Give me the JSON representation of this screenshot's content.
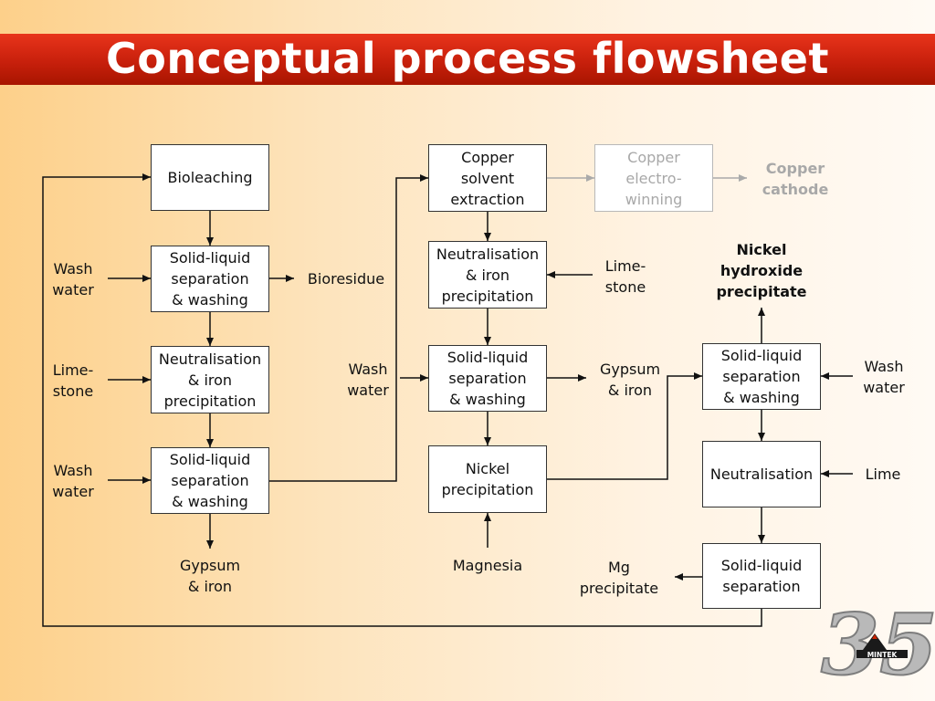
{
  "title": "Conceptual process flowsheet",
  "colors": {
    "title_bar": "#c8200c",
    "background_left": "#fdd08a",
    "background_right": "#fffaf4",
    "line": "#222222",
    "faded": "#a8a8a8"
  },
  "boxes": {
    "bioleaching": "Bioleaching",
    "sl_sep_1": "Solid-liquid\nseparation\n& washing",
    "neut_iron_1": "Neutralisation\n& iron\nprecipitation",
    "sl_sep_2": "Solid-liquid\nseparation\n& washing",
    "copper_sx": "Copper\nsolvent\nextraction",
    "copper_ew": "Copper\nelectro-\nwinning",
    "neut_iron_2": "Neutralisation\n& iron\nprecipitation",
    "sl_sep_3": "Solid-liquid\nseparation\n& washing",
    "nickel_precip": "Nickel\nprecipitation",
    "sl_sep_4": "Solid-liquid\nseparation\n& washing",
    "neutralisation": "Neutralisation",
    "sl_sep_5": "Solid-liquid\nseparation"
  },
  "labels": {
    "wash_water_1": "Wash\nwater",
    "limestone_1": "Lime-\nstone",
    "wash_water_2": "Wash\nwater",
    "bioresidue": "Bioresidue",
    "gypsum_iron_1": "Gypsum\n& iron",
    "wash_water_3": "Wash\nwater",
    "limestone_2": "Lime-\nstone",
    "magnesia": "Magnesia",
    "gypsum_iron_2": "Gypsum\n& iron",
    "copper_cathode": "Copper\ncathode",
    "nickel_hydroxide": "Nickel\nhydroxide\nprecipitate",
    "wash_water_4": "Wash\nwater",
    "lime": "Lime",
    "mg_precipitate": "Mg\nprecipitate"
  },
  "logo": {
    "number": "35",
    "text": "MINTEK"
  }
}
